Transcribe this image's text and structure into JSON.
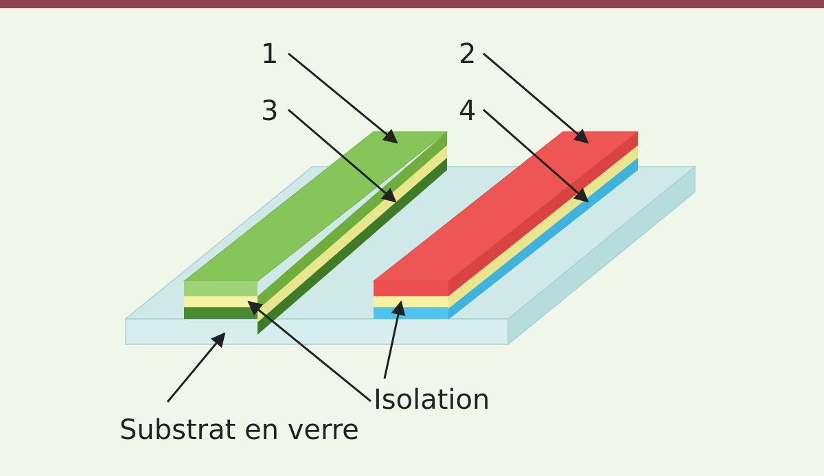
{
  "labels": {
    "num1": "1",
    "num2": "2",
    "num3": "3",
    "num4": "4",
    "isolation": "Isolation",
    "substrate": "Substrat en verre"
  },
  "colors": {
    "background": "#f1f6ea",
    "top_bar": "#8d4350",
    "glass_top": "#cfe9e9",
    "glass_front": "#d6eeee",
    "glass_side": "#b7dcdc",
    "green_top": "#86c55a",
    "green_front": "#9fd276",
    "green_side": "#6fae3e",
    "dark_green": "#4a8a30",
    "yellow": "#f4f2a2",
    "red_top": "#ee5555",
    "red_front": "#ec5050",
    "red_side": "#d94343",
    "blue": "#4fc3ee",
    "arrow": "#222222"
  }
}
